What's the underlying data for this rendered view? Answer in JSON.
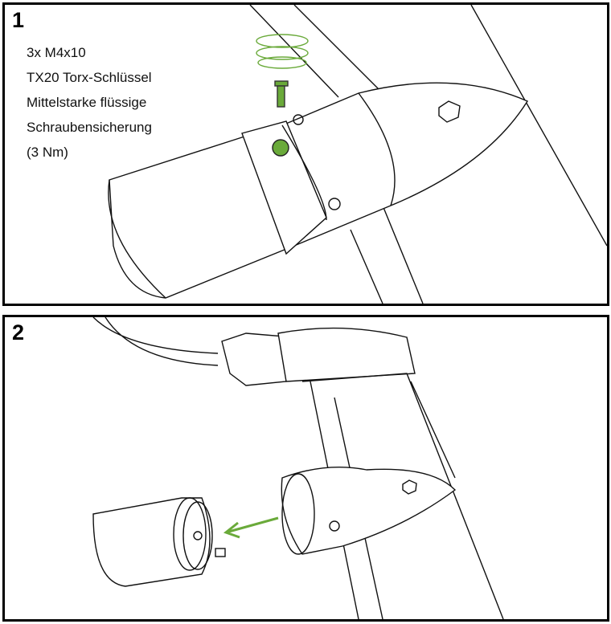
{
  "panels": [
    {
      "number": "1",
      "instructions": [
        "3x M4x10",
        "TX20 Torx-Schlüssel",
        "Mittelstarke flüssige",
        "Schraubensicherung",
        "(3 Nm)"
      ]
    },
    {
      "number": "2"
    }
  ],
  "colors": {
    "accent": "#6aaa3a",
    "line": "#111111",
    "border": "#000000"
  }
}
